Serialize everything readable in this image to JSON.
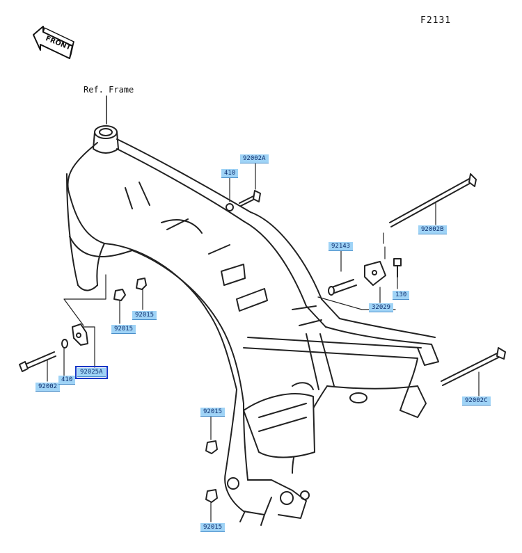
{
  "figure_id": "F2131",
  "front_badge": "FRONT",
  "ref_label": "Ref. Frame",
  "callouts": [
    {
      "id": "92002A",
      "selected": false
    },
    {
      "id": "410",
      "selected": false
    },
    {
      "id": "92002B",
      "selected": false
    },
    {
      "id": "92143",
      "selected": false
    },
    {
      "id": "130",
      "selected": false
    },
    {
      "id": "32029",
      "selected": false
    },
    {
      "id": "92015",
      "selected": false
    },
    {
      "id": "92015",
      "selected": false
    },
    {
      "id": "92025A",
      "selected": true
    },
    {
      "id": "92002",
      "selected": false
    },
    {
      "id": "410",
      "selected": false
    },
    {
      "id": "92002C",
      "selected": false
    },
    {
      "id": "92015",
      "selected": false
    },
    {
      "id": "92015",
      "selected": false
    }
  ],
  "colors": {
    "callout_bg": "#9fd3f6",
    "callout_text": "#0c2d6e",
    "selected_border": "#1237c6",
    "line": "#222222"
  }
}
